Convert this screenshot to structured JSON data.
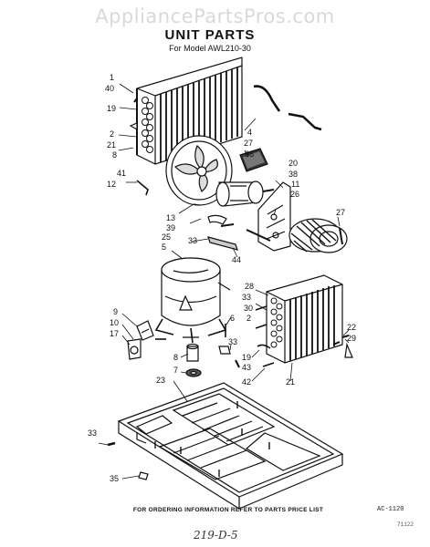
{
  "watermark": "AppliancePartsPros.com",
  "title": "UNIT PARTS",
  "subtitle": "For Model AWL210-30",
  "footer_note": "FOR ORDERING INFORMATION REFER TO PARTS PRICE LIST",
  "diagram_code": "AC-1120",
  "corner_stamp": "71122",
  "handwritten_note": "219-D-5",
  "callouts": [
    "1",
    "40",
    "19",
    "2",
    "21",
    "8",
    "41",
    "12",
    "4",
    "27",
    "36",
    "20",
    "38",
    "11",
    "26",
    "27",
    "13",
    "39",
    "25",
    "33",
    "5",
    "44",
    "28",
    "33",
    "30",
    "2",
    "9",
    "10",
    "17",
    "6",
    "33",
    "8",
    "7",
    "19",
    "43",
    "42",
    "21",
    "22",
    "29",
    "23",
    "33",
    "35"
  ]
}
